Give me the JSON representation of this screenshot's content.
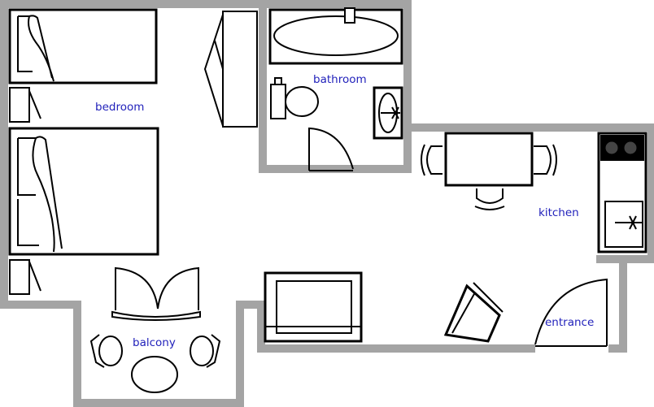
{
  "rooms": {
    "bedroom": "bedroom",
    "bathroom": "bathroom",
    "kitchen": "kitchen",
    "balcony": "balcony",
    "entrance": "entrance"
  },
  "colors": {
    "wall": "#a4a4a4",
    "label": "#2222bb",
    "line": "#000000",
    "background": "#ffffff"
  }
}
